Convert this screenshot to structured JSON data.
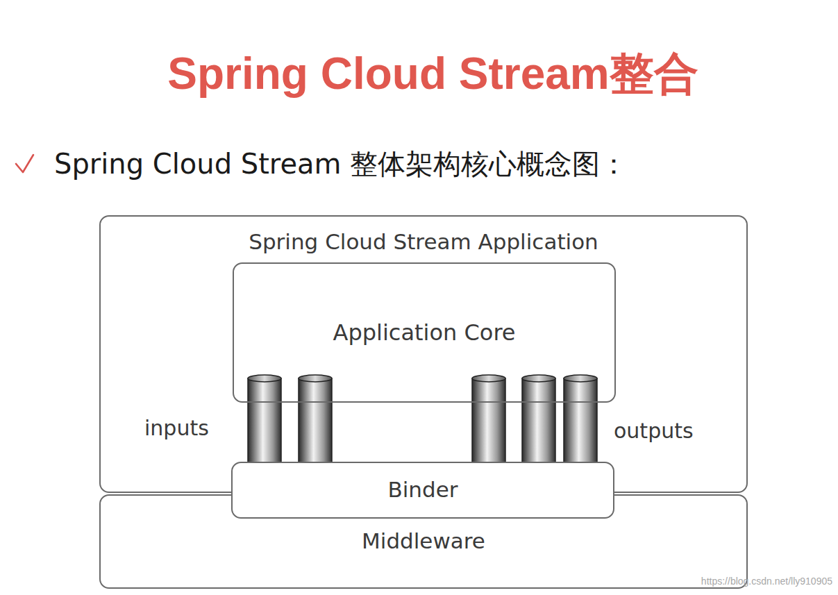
{
  "diagram": {
    "title": "Spring Cloud Stream整合",
    "nodes": [
      {
        "text": [
          "Spring Cloud Stream Application"
        ]
      },
      {
        "text": [
          "Application Core"
        ],
        "in": 0
      },
      {
        "text": [
          "Binder"
        ],
        "in": 0
      },
      {
        "text": [
          "Middleware"
        ]
      }
    ],
    "labels": [
      "Spring Cloud Stream 整体架构核心概念图：",
      "inputs",
      "outputs",
      "https://blog.csdn.net/lly910905"
    ]
  }
}
